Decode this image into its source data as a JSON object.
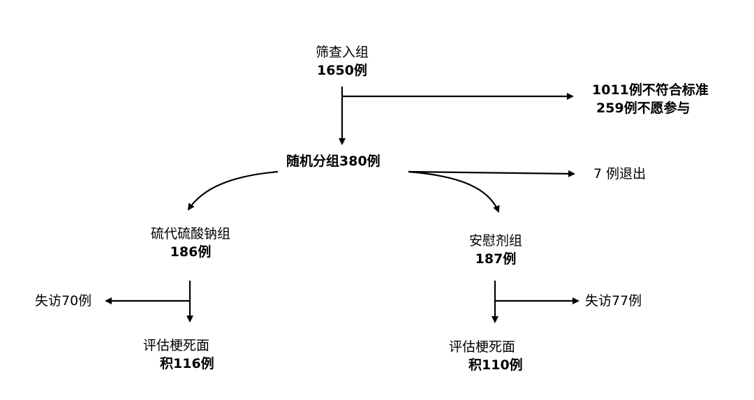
{
  "nodes": {
    "screening": {
      "line1": "筛查入组",
      "line2": "1650例"
    },
    "excluded": {
      "line1": "1011例不符合标准",
      "line2": "259例不愿参与"
    },
    "randomized": {
      "label": "随机分组380例"
    },
    "withdrawn": {
      "label": "7 例退出"
    },
    "sts_group": {
      "line1": "硫代硫酸钠组",
      "line2": "186例"
    },
    "placebo_group": {
      "line1": "安慰剂组",
      "line2": "187例"
    },
    "sts_lost": {
      "label": "失访70例"
    },
    "placebo_lost": {
      "label": "失访77例"
    },
    "sts_assessed": {
      "line1": "评估梗死面",
      "line2": "积116例"
    },
    "placebo_assessed": {
      "line1": "评估梗死面",
      "line2": "积110例"
    }
  },
  "colors": {
    "line": "#000000",
    "text": "#000000",
    "background": "#ffffff"
  }
}
